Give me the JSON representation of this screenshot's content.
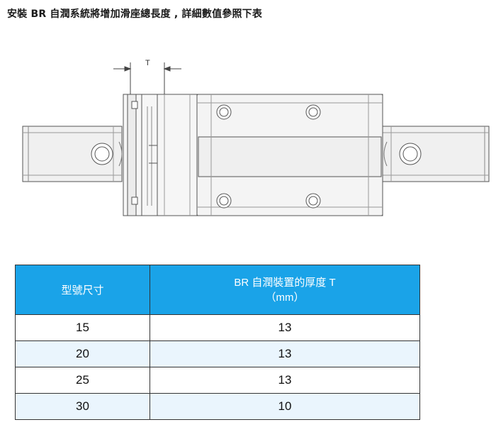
{
  "title": "安裝 BR 自潤系統將增加滑座總長度 , 詳細數值參照下表",
  "drawing": {
    "dimension_label": "T"
  },
  "table": {
    "headers": {
      "model": "型號尺寸",
      "thickness_line1": "BR 自潤裝置的厚度 T",
      "thickness_line2": "（mm）"
    },
    "rows": [
      {
        "model": "15",
        "thickness": "13"
      },
      {
        "model": "20",
        "thickness": "13"
      },
      {
        "model": "25",
        "thickness": "13"
      },
      {
        "model": "30",
        "thickness": "10"
      }
    ]
  }
}
